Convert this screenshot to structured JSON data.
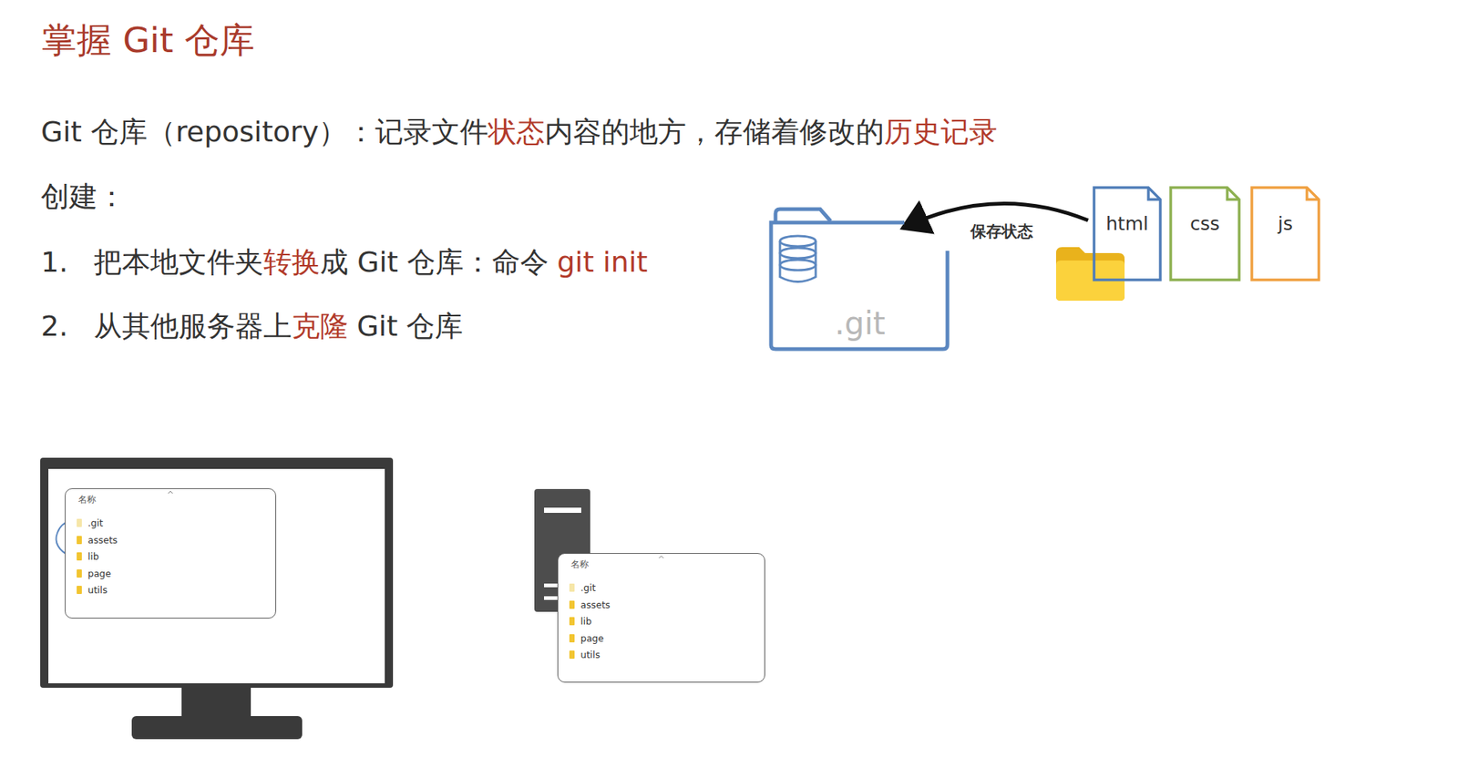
{
  "diagram": {
    "title": "掌握 Git 仓库",
    "nodes": [
      {
        "text": [
          ".git"
        ]
      },
      {
        "text": [
          "html"
        ]
      },
      {
        "text": [
          "css"
        ]
      },
      {
        "text": [
          "js"
        ]
      },
      {
        "text": [
          "名称",
          ".git",
          "assets",
          "lib",
          "page",
          "utils"
        ]
      },
      {
        "text": [
          "名称",
          ".git",
          "assets",
          "lib",
          "page",
          "utils"
        ]
      }
    ],
    "edges": [
      {
        "from": 1,
        "to": 0,
        "arrow": "to",
        "label": "保存状态"
      }
    ],
    "labels": [
      "Git 仓库（repository）：记录文件",
      "状态",
      "内容的地方，存储着修改的",
      "历史记录",
      "创建：",
      "1.",
      "把本地文件夹",
      "转换",
      "成 Git 仓库：命令",
      "git init",
      "2.",
      "从其他服务器上",
      "克隆",
      "Git 仓库"
    ]
  }
}
